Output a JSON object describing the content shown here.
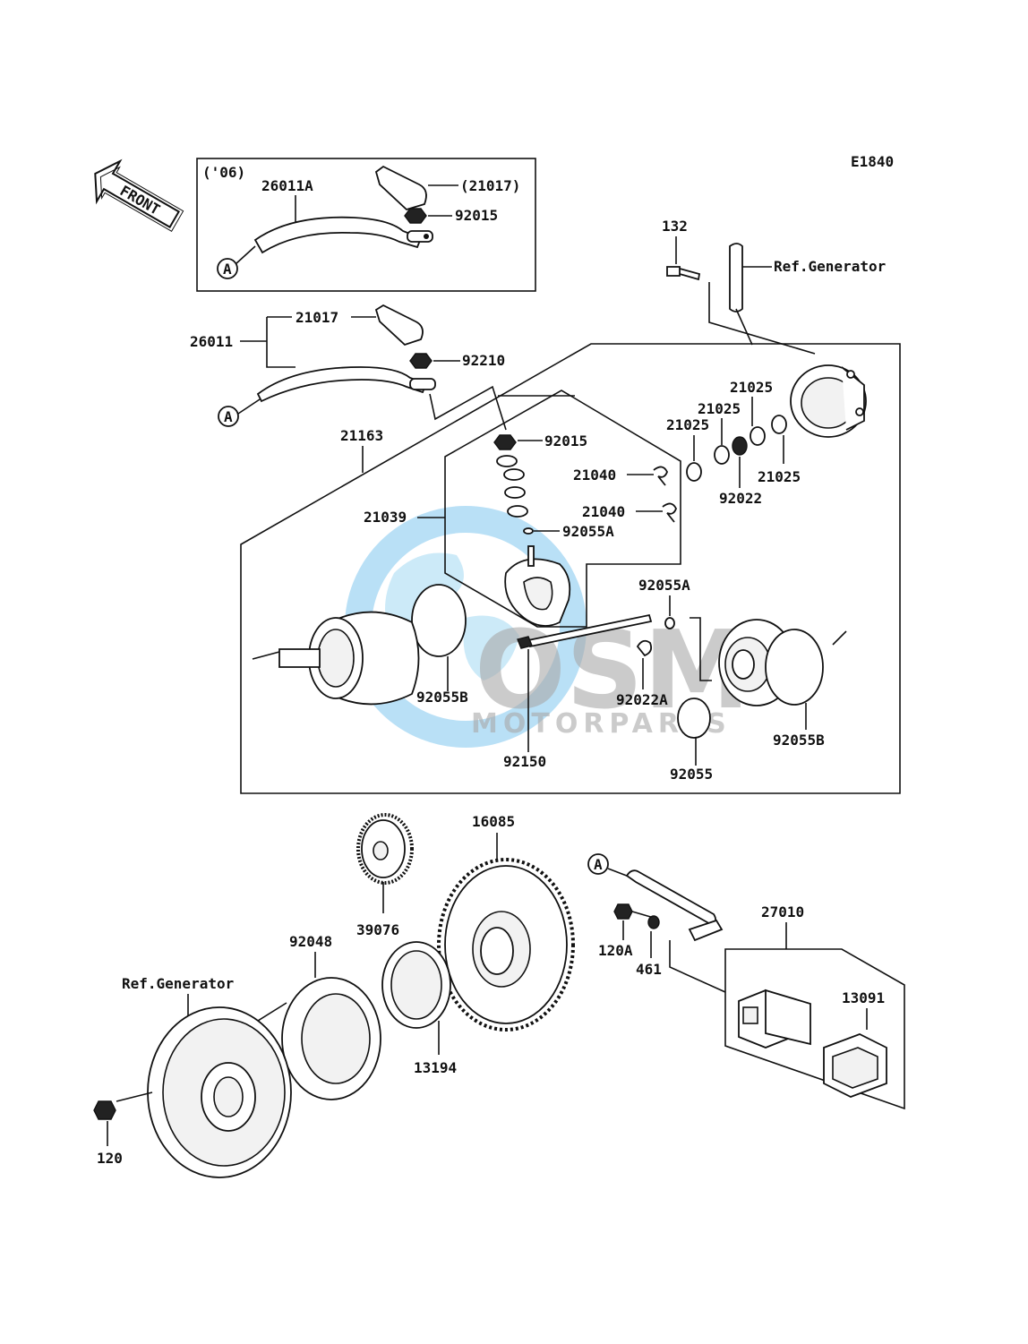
{
  "diagram": {
    "code": "E1840",
    "front_label": "FRONT",
    "year_note": "('06)",
    "circle_ref": "A",
    "watermark": {
      "brand": "OSM",
      "sub": "MOTORPARTS"
    }
  },
  "labels": {
    "p26011A": "26011A",
    "p21017_paren": "(21017)",
    "p92015_top": "92015",
    "p132": "132",
    "ref_gen_top": "Ref.Generator",
    "p21017": "21017",
    "p26011": "26011",
    "p92210": "92210",
    "p21025_a": "21025",
    "p21025_b": "21025",
    "p21025_c": "21025",
    "p21025_d": "21025",
    "p92022": "92022",
    "p21163": "21163",
    "p92015": "92015",
    "p21040_a": "21040",
    "p21040_b": "21040",
    "p21039": "21039",
    "p92055A_a": "92055A",
    "p92055A_b": "92055A",
    "p92022A": "92022A",
    "p92055B_a": "92055B",
    "p92055B_b": "92055B",
    "p92150": "92150",
    "p92055": "92055",
    "p16085": "16085",
    "p39076": "39076",
    "p92048": "92048",
    "ref_gen_bottom": "Ref.Generator",
    "p13194": "13194",
    "p120": "120",
    "p27010": "27010",
    "p120A": "120A",
    "p461": "461",
    "p13091": "13091"
  }
}
